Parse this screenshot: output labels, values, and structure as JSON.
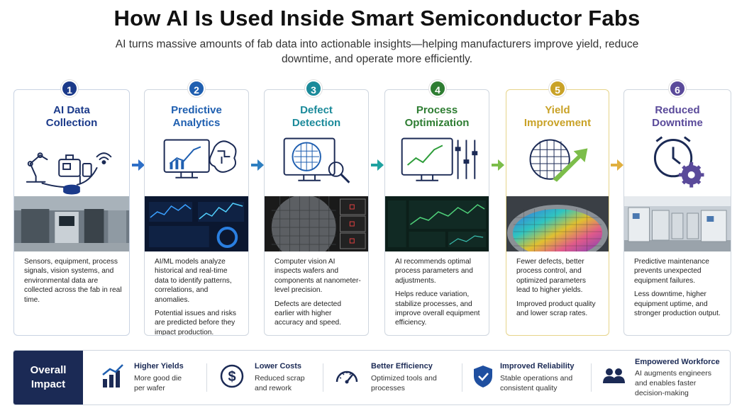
{
  "title": "How AI Is Used Inside Smart Semiconductor Fabs",
  "subtitle": "AI turns massive amounts of fab data into actionable insights—helping manufacturers improve yield, reduce downtime, and operate more efficiently.",
  "steps": [
    {
      "num": "1",
      "title_l1": "AI Data",
      "title_l2": "Collection",
      "color": "#1b3a8a",
      "p1": "Sensors, equipment, process signals, vision systems, and environmental data are collected across the fab in real time.",
      "p2": ""
    },
    {
      "num": "2",
      "title_l1": "Predictive",
      "title_l2": "Analytics",
      "color": "#1f5fb0",
      "p1": "AI/ML models analyze historical and real-time data to identify patterns, correlations, and anomalies.",
      "p2": "Potential issues and risks are predicted before they impact production."
    },
    {
      "num": "3",
      "title_l1": "Defect",
      "title_l2": "Detection",
      "color": "#1b8a9a",
      "p1": "Computer vision AI inspects wafers and components at nanometer-level precision.",
      "p2": "Defects are detected earlier with higher accuracy and speed."
    },
    {
      "num": "4",
      "title_l1": "Process",
      "title_l2": "Optimization",
      "color": "#2e7d32",
      "p1": "AI recommends optimal process parameters and adjustments.",
      "p2": "Helps reduce variation, stabilize processes, and improve overall equipment efficiency."
    },
    {
      "num": "5",
      "title_l1": "Yield",
      "title_l2": "Improvement",
      "color": "#c9a227",
      "p1": "Fewer defects, better process control, and optimized parameters lead to higher yields.",
      "p2": "Improved product quality and lower scrap rates."
    },
    {
      "num": "6",
      "title_l1": "Reduced",
      "title_l2": "Downtime",
      "color": "#5a4a9a",
      "p1": "Predictive maintenance prevents unexpected equipment failures.",
      "p2": "Less downtime, higher equipment uptime, and stronger production output."
    }
  ],
  "footer": {
    "heading_l1": "Overall",
    "heading_l2": "Impact",
    "benefits": [
      {
        "title": "Higher Yields",
        "desc": "More good die per wafer",
        "icon": "bar-chart-icon"
      },
      {
        "title": "Lower Costs",
        "desc": "Reduced scrap and rework",
        "icon": "dollar-icon"
      },
      {
        "title": "Better Efficiency",
        "desc": "Optimized tools and processes",
        "icon": "gauge-icon"
      },
      {
        "title": "Improved Reliability",
        "desc": "Stable operations and consistent quality",
        "icon": "shield-icon"
      },
      {
        "title": "Empowered Workforce",
        "desc": "AI augments engineers and enables faster decision-making",
        "icon": "people-icon"
      }
    ]
  }
}
